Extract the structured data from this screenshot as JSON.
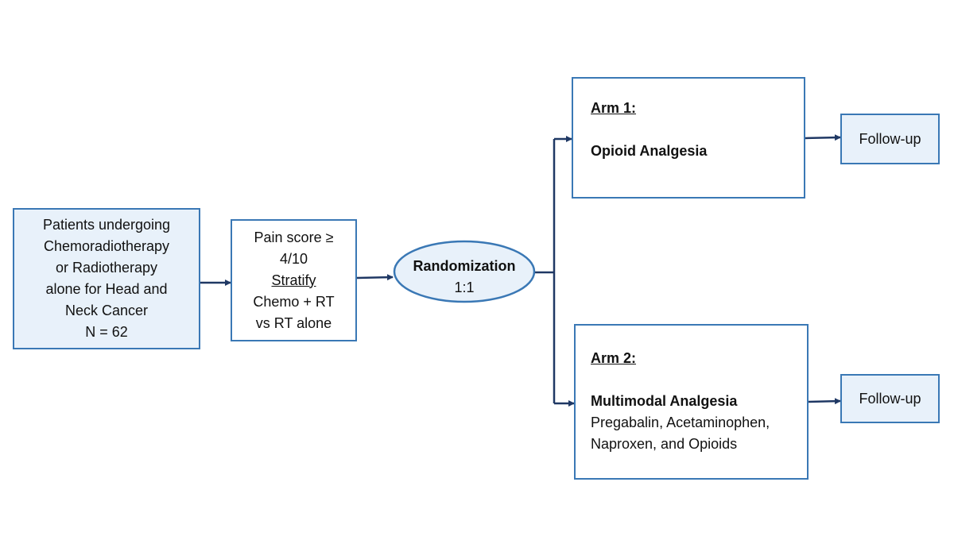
{
  "patients": {
    "lines": [
      "Patients undergoing",
      "Chemoradiotherapy",
      "or Radiotherapy",
      "alone for Head and",
      "Neck Cancer",
      "N = 62"
    ]
  },
  "criteria": {
    "line1": "Pain score ≥",
    "line2": "4/10",
    "stratify": "Stratify",
    "line4": "Chemo + RT",
    "line5": "vs RT alone"
  },
  "randomization": {
    "title": "Randomization",
    "ratio": "1:1"
  },
  "arm1": {
    "heading": "Arm 1:",
    "treatment": "Opioid Analgesia"
  },
  "arm2": {
    "heading": "Arm 2:",
    "treatment": "Multimodal Analgesia",
    "detail_line1": "Pregabalin, Acetaminophen,",
    "detail_line2": "Naproxen, and Opioids"
  },
  "followup1": {
    "label": "Follow-up"
  },
  "followup2": {
    "label": "Follow-up"
  },
  "colors": {
    "box_border": "#3a78b5",
    "box_fill": "#e8f1fa",
    "arrow": "#1f3864"
  }
}
